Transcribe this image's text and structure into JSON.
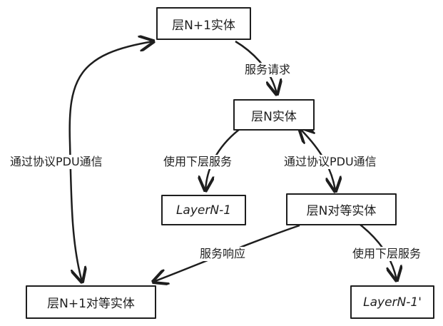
{
  "nodes": {
    "layer_n_plus_1": "层N+1实体",
    "layer_n": "层N实体",
    "layer_n_minus_1": "LayerN-1",
    "layer_n_peer": "层N对等实体",
    "layer_n_plus_1_peer": "层N+1对等实体",
    "layer_n_minus_1_prime": "LayerN-1'"
  },
  "edges": {
    "service_request": "服务请求",
    "pdu_comm_left": "通过协议PDU通信",
    "use_lower_service_left": "使用下层服务",
    "pdu_comm_right": "通过协议PDU通信",
    "service_response": "服务响应",
    "use_lower_service_right": "使用下层服务"
  }
}
